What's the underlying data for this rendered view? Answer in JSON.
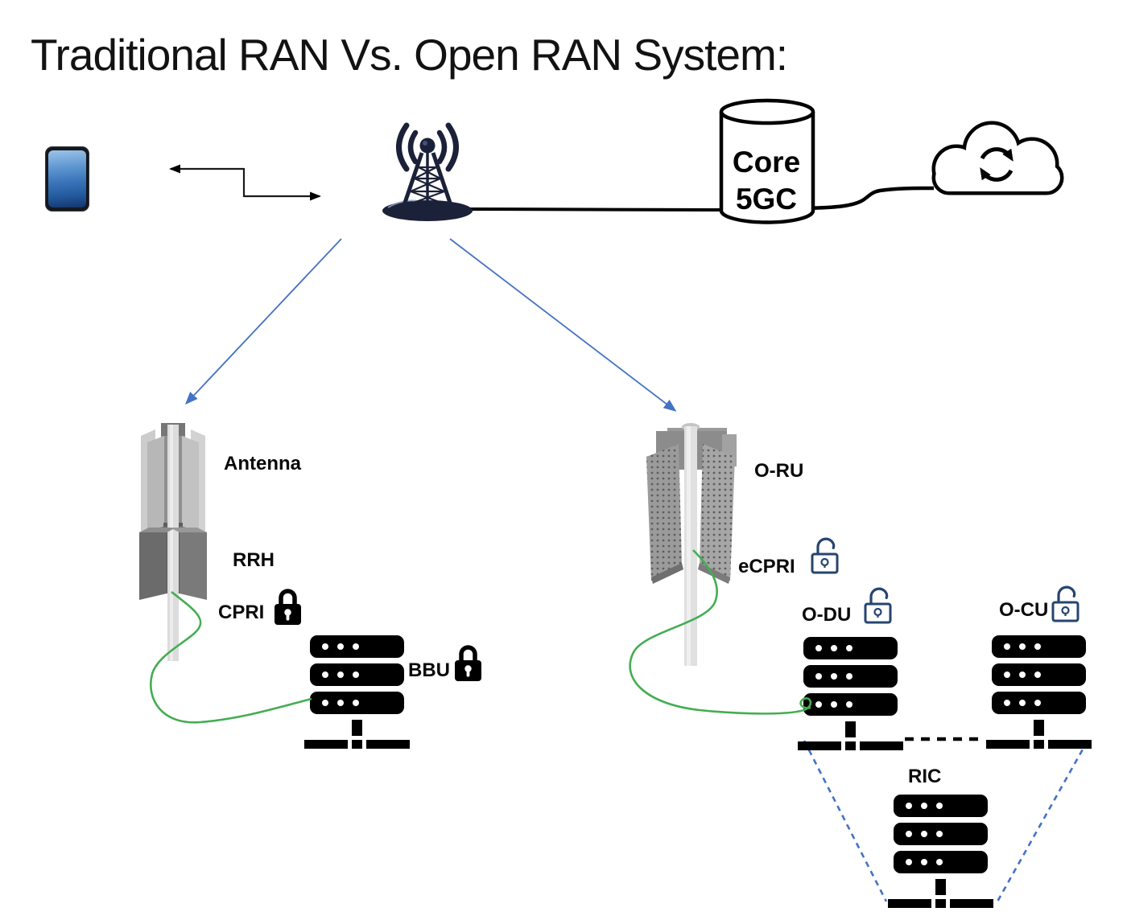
{
  "title": "Traditional RAN Vs. Open RAN System:",
  "core": {
    "line1": "Core",
    "line2": "5GC"
  },
  "traditional": {
    "antenna_label": "Antenna",
    "rrh_label": "RRH",
    "cpri_label": "CPRI",
    "bbu_label": "BBU"
  },
  "open_ran": {
    "oru_label": "O-RU",
    "ecpri_label": "eCPRI",
    "odu_label": "O-DU",
    "ocu_label": "O-CU",
    "ric_label": "RIC"
  },
  "colors": {
    "arrow_blue": "#4472C4",
    "cable_green": "#43AD52",
    "open_lock_blue": "#26456F",
    "line_black": "#000000",
    "tower_navy": "#1B2138"
  },
  "icons": {
    "phone": "smartphone-icon",
    "tower": "signal-tower-icon",
    "core": "database-cylinder-icon",
    "cloud": "cloud-sync-icon",
    "closed_lock": "closed-padlock-icon",
    "open_lock": "open-padlock-icon",
    "servers": "server-stack-icon"
  }
}
